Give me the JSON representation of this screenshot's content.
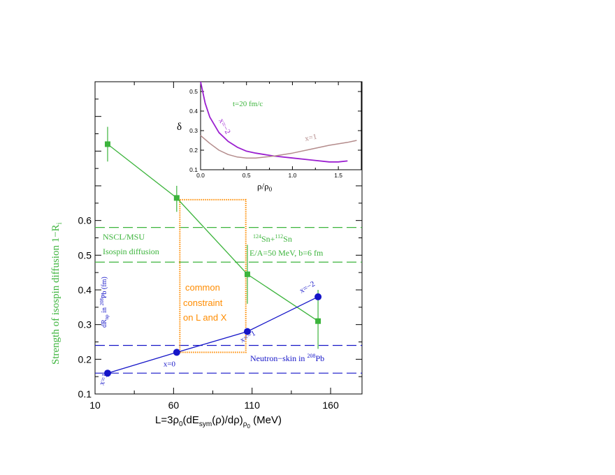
{
  "chart_data": [
    {
      "type": "line",
      "title": "",
      "xlabel_parts": [
        "L=3ρ",
        "0",
        "(dE",
        "sym",
        "(ρ)/dρ)",
        "ρ",
        "0",
        " (MeV)"
      ],
      "ylabel_parts": [
        "Strength of isospin diffusion 1−R",
        "i"
      ],
      "xlim": [
        10,
        180
      ],
      "ylim": [
        0.1,
        1.0
      ],
      "x_ticks": [
        "10",
        "60",
        "110",
        "160"
      ],
      "y_ticks": [
        "0.1",
        "0.2",
        "0.3",
        "0.4",
        "0.5",
        "0.6"
      ],
      "series": [
        {
          "name": "isospin diffusion",
          "color": "#3cb43c",
          "marker": "square",
          "x": [
            18,
            62,
            107,
            152
          ],
          "y": [
            0.82,
            0.665,
            0.445,
            0.31
          ],
          "err_low": [
            0.77,
            0.625,
            0.36,
            0.23
          ],
          "err_high": [
            0.87,
            0.7,
            0.53,
            0.4
          ]
        },
        {
          "name": "neutron skin",
          "color": "#1515c8",
          "marker": "circle",
          "x": [
            18,
            62,
            107,
            152
          ],
          "y": [
            0.16,
            0.22,
            0.28,
            0.38
          ],
          "point_labels": [
            "x=1",
            "x=0",
            "x=−1",
            "x=−2"
          ]
        }
      ],
      "reference_lines": [
        {
          "y": 0.58,
          "color": "#3cb43c",
          "style": "dashed"
        },
        {
          "y": 0.48,
          "color": "#3cb43c",
          "style": "dashed"
        },
        {
          "y": 0.24,
          "color": "#1515c8",
          "style": "dashed"
        },
        {
          "y": 0.16,
          "color": "#1515c8",
          "style": "dashed"
        }
      ],
      "constraint_box": {
        "x": [
          64,
          106
        ],
        "y": [
          0.22,
          0.66
        ],
        "color": "#ff8c00",
        "style": "dotted"
      },
      "annotations": {
        "nscl": "NSCL/MSU",
        "isospin_diffusion": "Isospin diffusion",
        "reaction_sup1": "124",
        "reaction_mid": "Sn+",
        "reaction_sup2": "112",
        "reaction_end": "Sn",
        "energy": "E/A=50 MeV, b=6 fm",
        "constraint_line1": "common",
        "constraint_line2": "constraint",
        "constraint_line3": "on L and X",
        "skin_text": "Neutron−skin in ",
        "skin_sup": "208",
        "skin_end": "Pb",
        "drnp_main": "dR",
        "drnp_sub": "np",
        "drnp_mid": " in ",
        "drnp_sup": "208",
        "drnp_end": "Pb (fm)"
      }
    },
    {
      "type": "line",
      "title": "",
      "xlabel_parts": [
        "ρ/ρ",
        "0"
      ],
      "ylabel": "δ",
      "xlim": [
        0,
        1.75
      ],
      "ylim": [
        0.1,
        0.55
      ],
      "x_ticks": [
        "0.0",
        "0.5",
        "1.0",
        "1.5"
      ],
      "y_ticks": [
        "0.1",
        "0.2",
        "0.3",
        "0.4",
        "0.5"
      ],
      "annotation": "t=20 fm/c",
      "series": [
        {
          "name": "x=−2",
          "color": "#9b1fd0",
          "x": [
            0.0,
            0.05,
            0.1,
            0.2,
            0.3,
            0.4,
            0.5,
            0.6,
            0.8,
            1.0,
            1.2,
            1.4,
            1.5,
            1.6
          ],
          "y": [
            0.55,
            0.44,
            0.37,
            0.29,
            0.245,
            0.215,
            0.195,
            0.185,
            0.17,
            0.16,
            0.15,
            0.14,
            0.14,
            0.145
          ]
        },
        {
          "name": "x=1",
          "color": "#b48c8c",
          "x": [
            0.0,
            0.1,
            0.2,
            0.3,
            0.4,
            0.5,
            0.6,
            0.8,
            1.0,
            1.2,
            1.4,
            1.6,
            1.7
          ],
          "y": [
            0.275,
            0.235,
            0.2,
            0.178,
            0.165,
            0.16,
            0.16,
            0.17,
            0.185,
            0.205,
            0.225,
            0.24,
            0.25
          ]
        }
      ]
    }
  ]
}
